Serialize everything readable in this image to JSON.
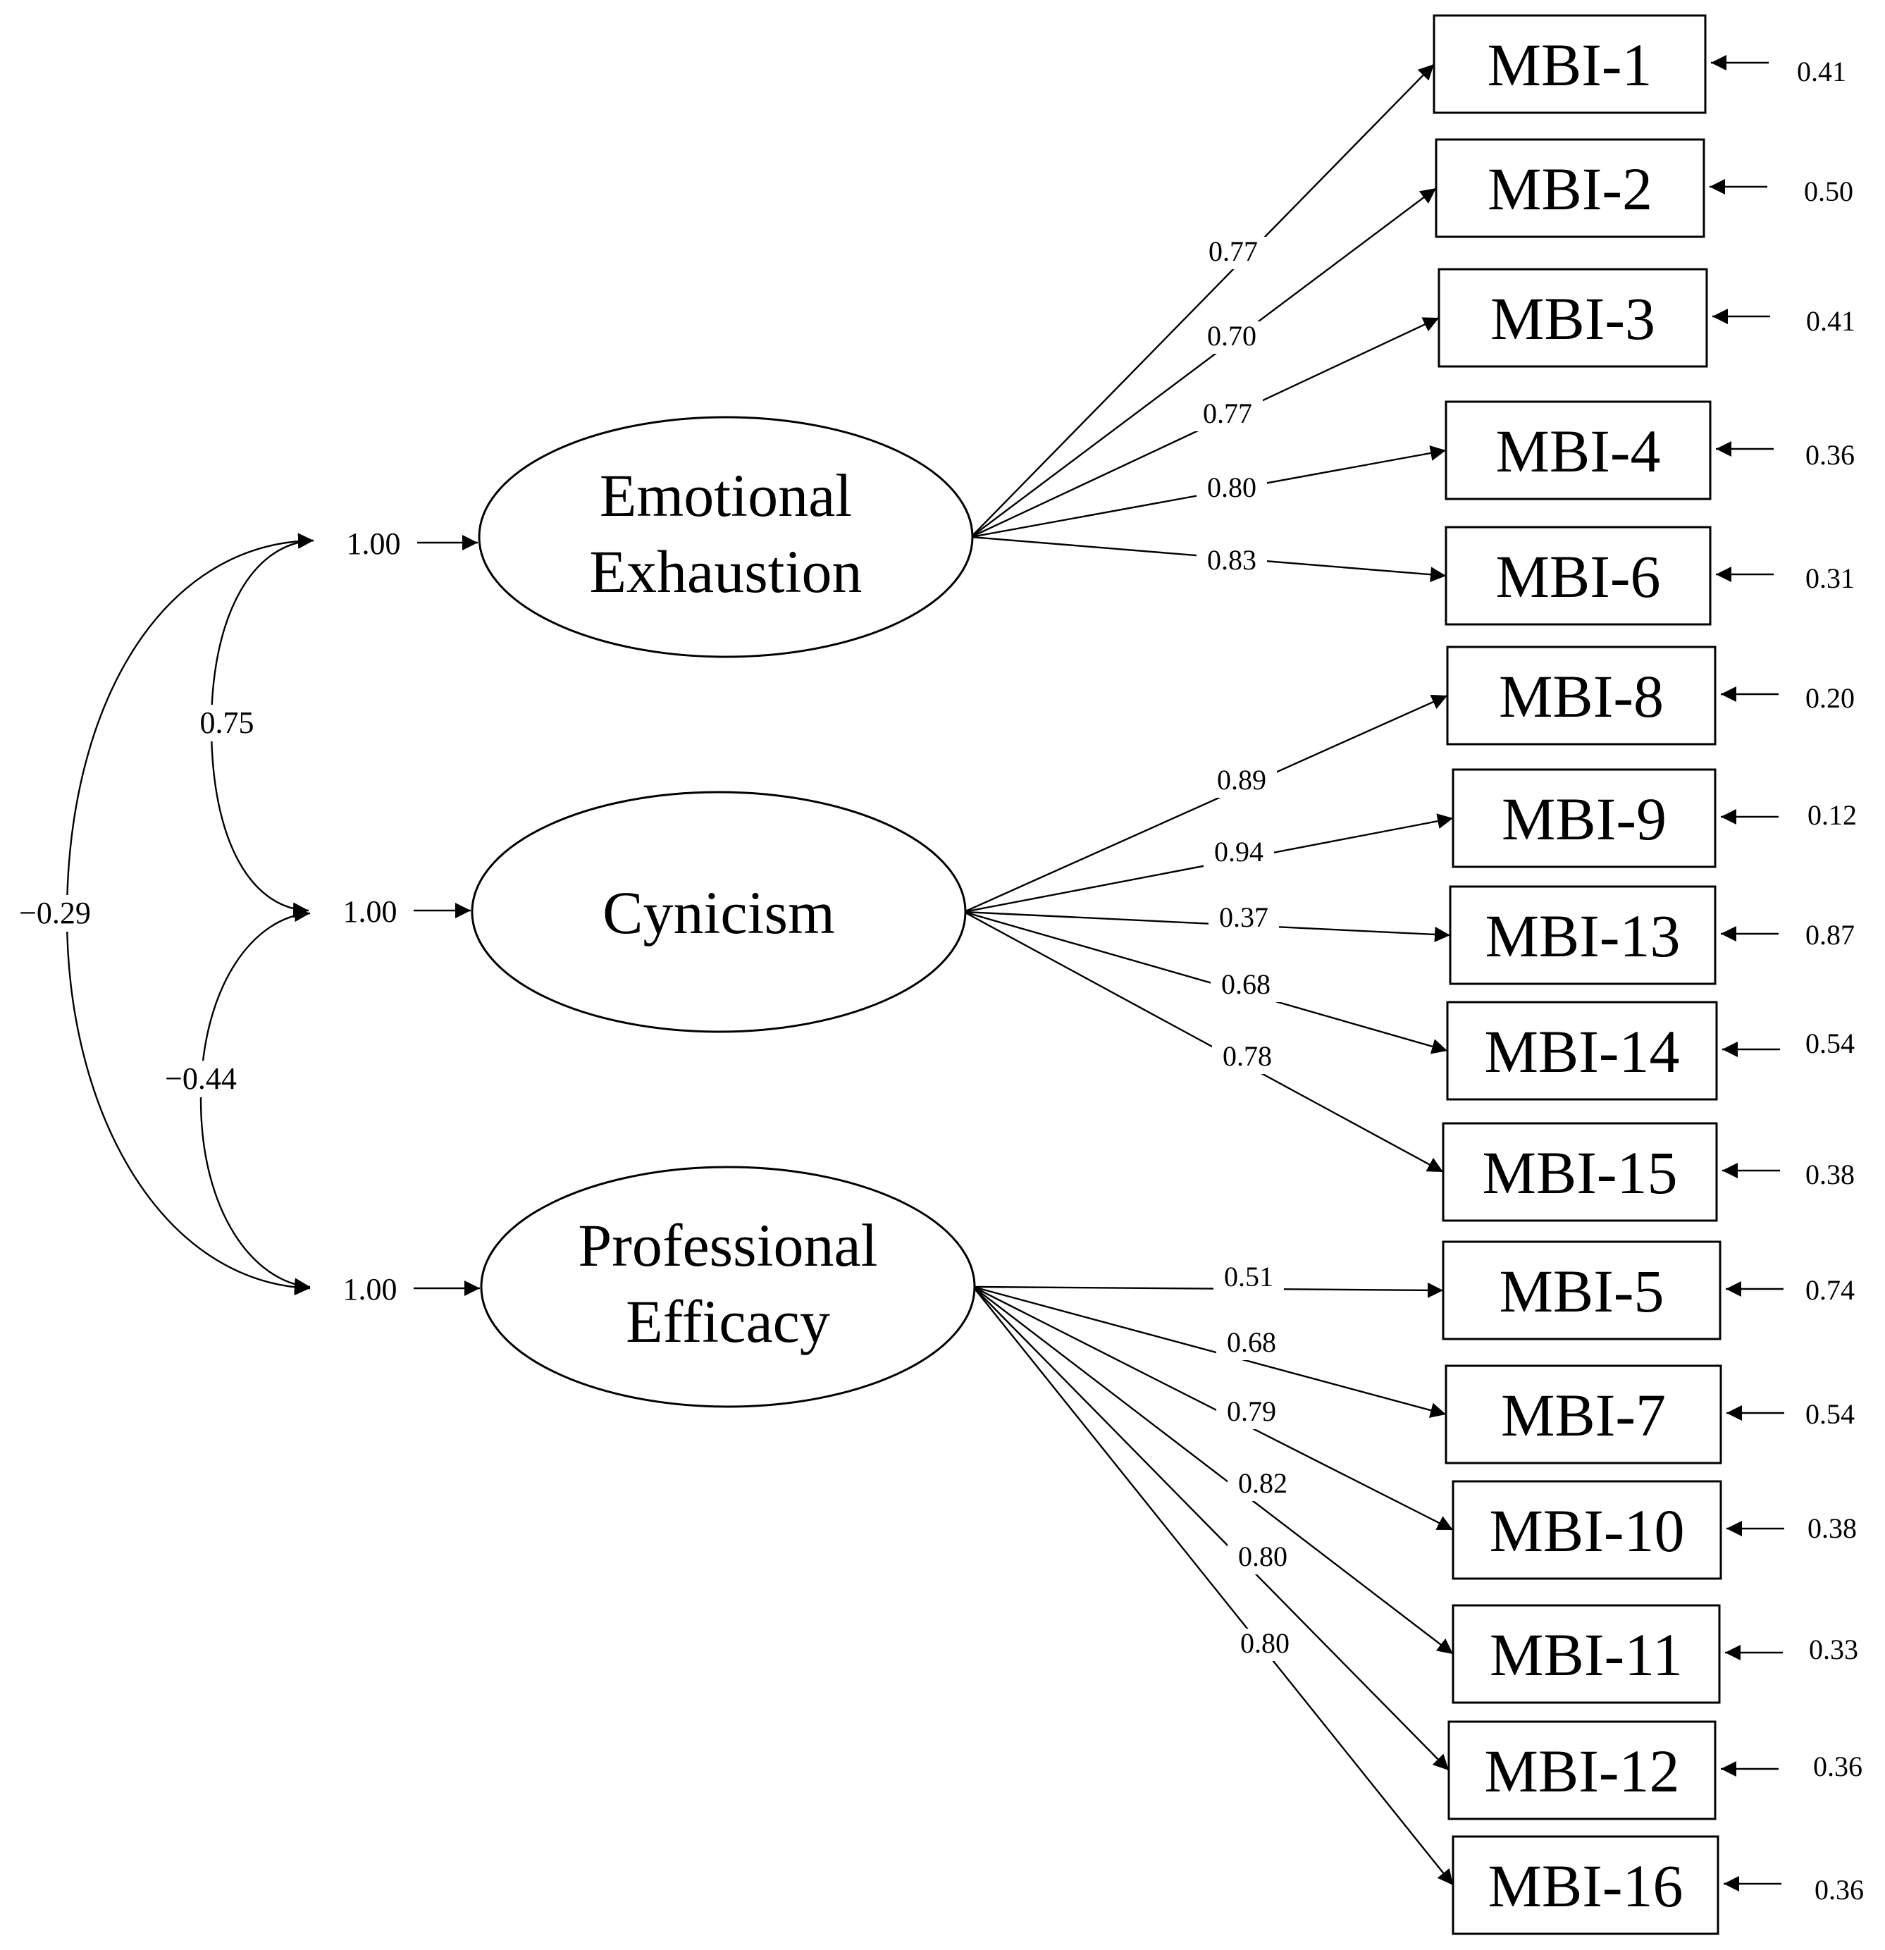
{
  "factors": [
    {
      "lines": [
        "Emotional",
        "Exhaustion"
      ],
      "variance": "1.00"
    },
    {
      "lines": [
        "Cynicism"
      ],
      "variance": "1.00"
    },
    {
      "lines": [
        "Professional",
        "Efficacy"
      ],
      "variance": "1.00"
    }
  ],
  "correlations": [
    {
      "between": [
        "Emotional Exhaustion",
        "Cynicism"
      ],
      "value": "0.75"
    },
    {
      "between": [
        "Cynicism",
        "Professional Efficacy"
      ],
      "value": "−0.44"
    },
    {
      "between": [
        "Emotional Exhaustion",
        "Professional Efficacy"
      ],
      "value": "−0.29"
    }
  ],
  "items": [
    {
      "label": "MBI-1",
      "factor": 0,
      "loading": "0.77",
      "error": "0.41"
    },
    {
      "label": "MBI-2",
      "factor": 0,
      "loading": "0.70",
      "error": "0.50"
    },
    {
      "label": "MBI-3",
      "factor": 0,
      "loading": "0.77",
      "error": "0.41"
    },
    {
      "label": "MBI-4",
      "factor": 0,
      "loading": "0.80",
      "error": "0.36"
    },
    {
      "label": "MBI-6",
      "factor": 0,
      "loading": "0.83",
      "error": "0.31"
    },
    {
      "label": "MBI-8",
      "factor": 1,
      "loading": "0.89",
      "error": "0.20"
    },
    {
      "label": "MBI-9",
      "factor": 1,
      "loading": "0.94",
      "error": "0.12"
    },
    {
      "label": "MBI-13",
      "factor": 1,
      "loading": "0.37",
      "error": "0.87"
    },
    {
      "label": "MBI-14",
      "factor": 1,
      "loading": "0.68",
      "error": "0.54"
    },
    {
      "label": "MBI-15",
      "factor": 1,
      "loading": "0.78",
      "error": "0.38"
    },
    {
      "label": "MBI-5",
      "factor": 2,
      "loading": "0.51",
      "error": "0.74"
    },
    {
      "label": "MBI-7",
      "factor": 2,
      "loading": "0.68",
      "error": "0.54"
    },
    {
      "label": "MBI-10",
      "factor": 2,
      "loading": "0.79",
      "error": "0.38"
    },
    {
      "label": "MBI-11",
      "factor": 2,
      "loading": "0.82",
      "error": "0.33"
    },
    {
      "label": "MBI-12",
      "factor": 2,
      "loading": "0.80",
      "error": "0.36"
    },
    {
      "label": "MBI-16",
      "factor": 2,
      "loading": "0.80",
      "error": "0.36"
    }
  ]
}
